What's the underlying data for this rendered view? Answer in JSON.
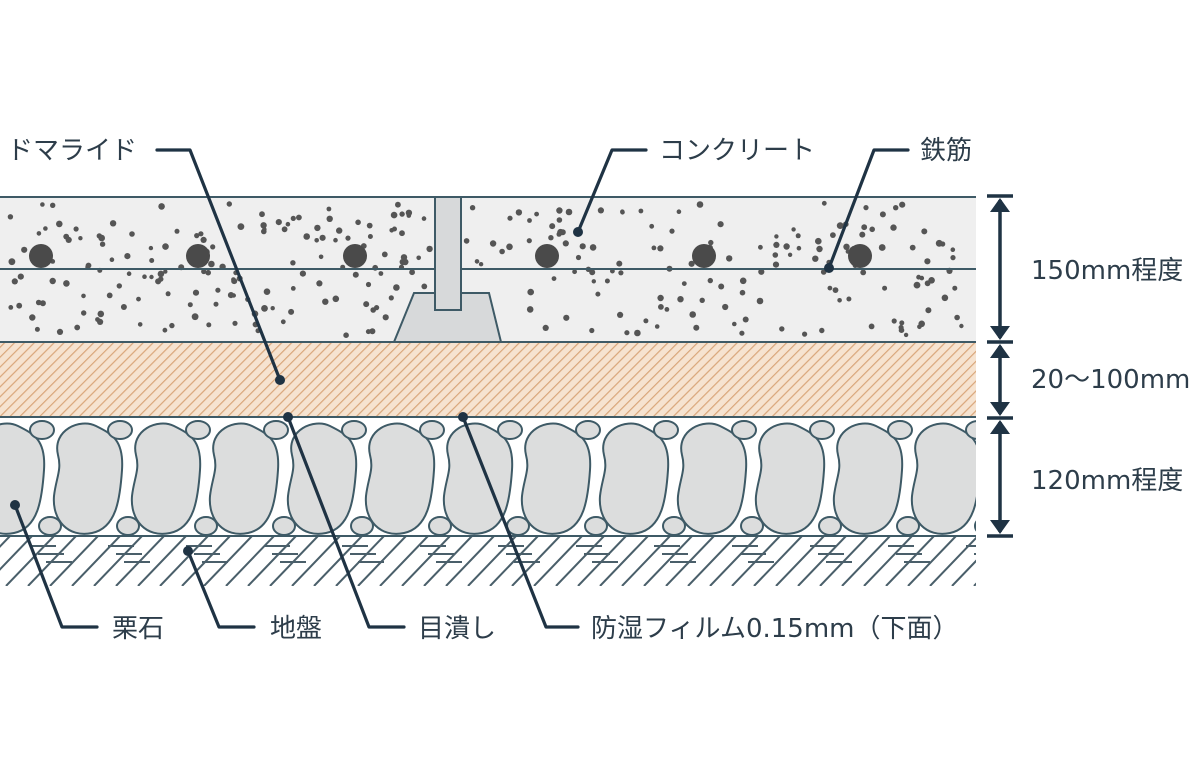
{
  "labels": {
    "doma_drain": "ドマライド",
    "concrete": "コンクリート",
    "rebar": "鉄筋",
    "gravel": "栗石",
    "ground": "地盤",
    "leveling": "目潰し",
    "moisture_film": "防湿フィルム0.15mm（下面）"
  },
  "dimensions": {
    "concrete_thickness": "150mm程度",
    "leveling_thickness": "20〜100mm",
    "gravel_thickness": "120mm程度"
  },
  "colors": {
    "line": "#1f3344",
    "concrete_fill": "#efefef",
    "concrete_dots": "#555555",
    "rebar": "#4a4a4a",
    "leveling_fill": "#f6e3d0",
    "leveling_hatch": "#d9a67a",
    "stone_fill": "#dcdddd",
    "stone_stroke": "#3e5a66"
  }
}
